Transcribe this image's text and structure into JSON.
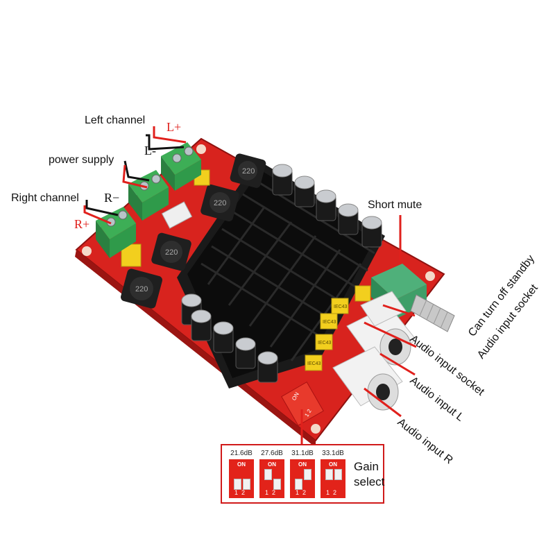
{
  "labels": {
    "left_channel": "Left channel",
    "l_plus": "L+",
    "l_minus": "L-",
    "power_supply": "power supply",
    "right_channel": "Right channel",
    "r_minus": "R−",
    "r_plus": "R+",
    "short_mute": "Short mute",
    "standby_1": "Can turn off standby",
    "standby_2": "Audio input socket",
    "audio_socket": "Audio input socket",
    "audio_l": "Audio input L",
    "audio_r": "Audio input R"
  },
  "gain": {
    "options": [
      "21.6dB",
      "27.6dB",
      "31.1dB",
      "33.1dB"
    ],
    "on_label": "ON",
    "nums": "12",
    "title_1": "Gain",
    "title_2": "select"
  },
  "board": {
    "inductor_label": "220",
    "cap_label": "IEC43",
    "switch_on": "ON",
    "switch_nums": "1 2"
  },
  "colors": {
    "pcb": "#d8231e",
    "heatsink": "#141414",
    "terminal": "#2f9a4a",
    "annotation": "#e0201c"
  }
}
